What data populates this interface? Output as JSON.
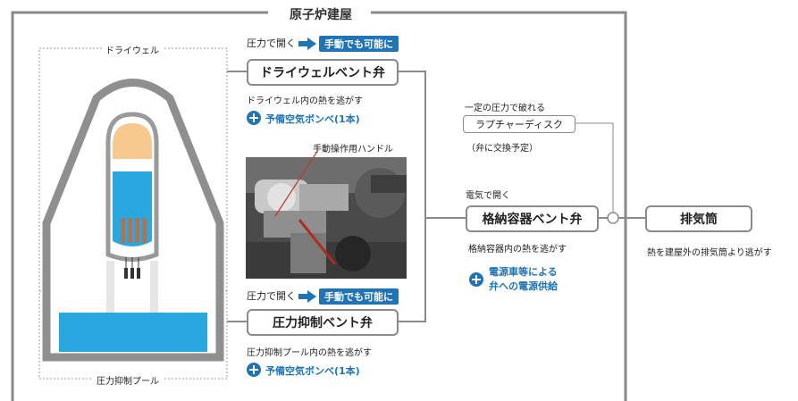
{
  "building": {
    "title": "原子炉建屋"
  },
  "reactor": {
    "drywell_label": "ドライウェル",
    "suppression_pool_label": "圧力抑制プール"
  },
  "drywell_vent": {
    "open_text": "圧力で開く",
    "manual_badge": "手動でも可能に",
    "valve_label": "ドライウェルベント弁",
    "note": "ドライウェル内の熱を逃がす",
    "spare_supply": "予備空気ボンベ(1本)"
  },
  "photo": {
    "handle_label": "手動操作用ハンドル"
  },
  "suppression_vent": {
    "open_text": "圧力で開く",
    "manual_badge": "手動でも可能に",
    "valve_label": "圧力抑制ベント弁",
    "note": "圧力抑制プール内の熱を逃がす",
    "spare_supply": "予備空気ボンベ(1本)"
  },
  "rupture_disk": {
    "note_above": "一定の圧力で破れる",
    "label": "ラプチャーディスク",
    "note_below": "（弁に交換予定）"
  },
  "containment_vent": {
    "open_text": "電気で開く",
    "valve_label": "格納容器ベント弁",
    "note": "格納容器内の熱を逃がす",
    "power_supply_line1": "電源車等による",
    "power_supply_line2": "弁への電源供給"
  },
  "stack": {
    "label": "排気筒",
    "note": "熱を建屋外の排気筒より逃がす"
  },
  "colors": {
    "line": "#8a8a8a",
    "accent": "#1f73b7",
    "water": "#29a8e0",
    "fuel_top": "#f7c98f",
    "fuel_rod": "#c96a3b",
    "vessel_wall": "#8f8f8f"
  }
}
